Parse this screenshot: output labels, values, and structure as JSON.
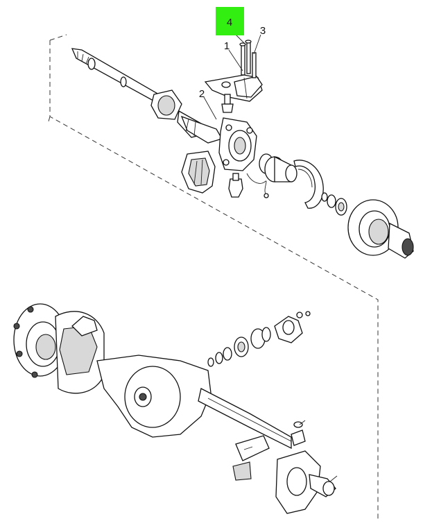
{
  "callouts": [
    {
      "id": "1",
      "label": "1"
    },
    {
      "id": "2",
      "label": "2"
    },
    {
      "id": "3",
      "label": "3"
    },
    {
      "id": "4",
      "label": "4",
      "highlighted": true
    }
  ],
  "colors": {
    "highlight": "#33ee11",
    "line": "#111111",
    "background": "#ffffff"
  }
}
